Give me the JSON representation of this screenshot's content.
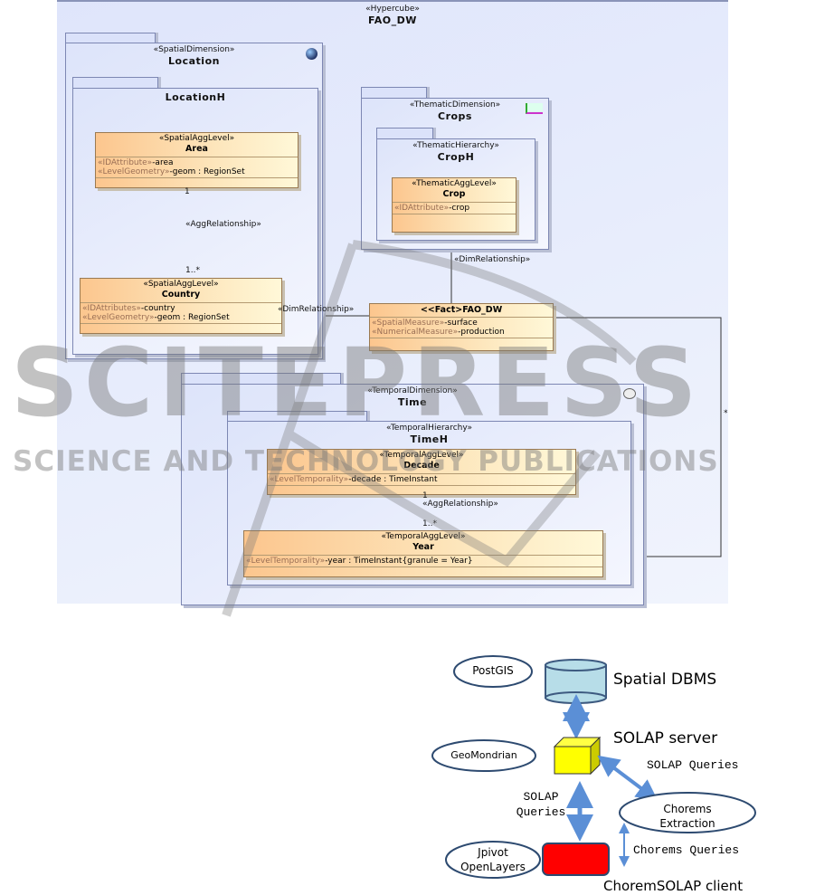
{
  "uml": {
    "hypercube": {
      "stereotype": "«Hypercube»",
      "name": "FAO_DW"
    },
    "location": {
      "stereotype": "«SpatialDimension»",
      "name": "Location",
      "icon": "globe-icon",
      "hierarchy": {
        "name": "LocationH",
        "area": {
          "stereotype": "«SpatialAggLevel»",
          "name": "Area",
          "attrs": [
            {
              "st": "«IDAttribute»",
              "v": "-area"
            },
            {
              "st": "«LevelGeometry»",
              "v": "-geom : RegionSet"
            }
          ]
        },
        "country": {
          "stereotype": "«SpatialAggLevel»",
          "name": "Country",
          "attrs": [
            {
              "st": "«IDAttributes»",
              "v": "-country"
            },
            {
              "st": "«LevelGeometry»",
              "v": "-geom : RegionSet"
            }
          ]
        },
        "rel": {
          "label": "«AggRelationship»",
          "m1": "1",
          "m2": "1..*"
        }
      }
    },
    "crops": {
      "stereotype": "«ThematicDimension»",
      "name": "Crops",
      "icon": "chart-icon",
      "hierarchy": {
        "stereotype": "«ThematicHierarchy»",
        "name": "CropH",
        "crop": {
          "stereotype": "«ThematicAggLevel»",
          "name": "Crop",
          "attrs": [
            {
              "st": "«IDAttribute»",
              "v": "-crop"
            }
          ]
        }
      }
    },
    "fact": {
      "name": "<<Fact>FAO_DW",
      "attrs": [
        {
          "st": "«SpatialMeasure»",
          "v": "-surface"
        },
        {
          "st": "«NumericalMeasure»",
          "v": "-production"
        }
      ]
    },
    "dimrel_label": "«DimRelationship»",
    "star": "*",
    "time": {
      "stereotype": "«TemporalDimension»",
      "name": "Time",
      "icon": "clock-icon",
      "hierarchy": {
        "stereotype": "«TemporalHierarchy»",
        "name": "TimeH",
        "decade": {
          "stereotype": "«TemporalAggLevel»",
          "name": "Decade",
          "attrs": [
            {
              "st": "«LevelTemporality»",
              "v": "-decade : TimeInstant"
            }
          ]
        },
        "year": {
          "stereotype": "«TemporalAggLevel»",
          "name": "Year",
          "attrs": [
            {
              "st": "«LevelTemporality»",
              "v": "-year : TimeInstant{granule = Year}"
            }
          ]
        },
        "rel": {
          "label": "«AggRelationship»",
          "m1": "1",
          "m2": "1..*"
        }
      }
    }
  },
  "watermark": {
    "main": "SCITEPRESS",
    "sub": "SCIENCE AND TECHNOLOGY PUBLICATIONS"
  },
  "arch": {
    "postgis": "PostGIS",
    "dbms": "Spatial DBMS",
    "server": "SOLAP server",
    "geomondrian": "GeoMondrian",
    "solap_q_right": "SOLAP Queries",
    "solap_q_left1": "SOLAP",
    "solap_q_left2": "Queries",
    "chorems1": "Chorems",
    "chorems2": "Extraction",
    "chorems_q": "Chorems Queries",
    "jpivot1": "Jpivot",
    "jpivot2": "OpenLayers",
    "client": "ChoremSOLAP client",
    "colors": {
      "cylinder": "#b7dde8",
      "cube": "#ffff00",
      "client": "#ff0000",
      "arrow": "#5b8fd6"
    }
  }
}
